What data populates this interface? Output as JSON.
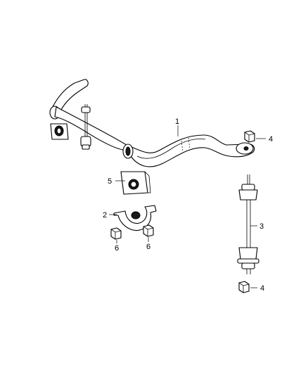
{
  "callouts": {
    "c1": "1",
    "c2": "2",
    "c3": "3",
    "c4a": "4",
    "c4b": "4",
    "c5": "5",
    "c6a": "6",
    "c6b": "6"
  }
}
